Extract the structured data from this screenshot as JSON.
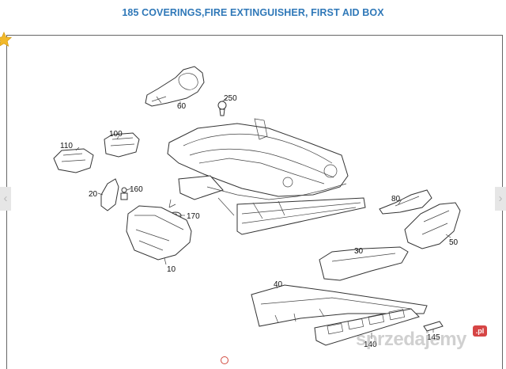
{
  "header": {
    "title": "185 COVERINGS,FIRE EXTINGUISHER, FIRST AID BOX"
  },
  "nav": {
    "prev_icon": "chevron-left-icon",
    "next_icon": "chevron-right-icon",
    "prev_glyph": "‹",
    "next_glyph": "›"
  },
  "favorite": {
    "icon": "star-icon",
    "color": "#f2b92a"
  },
  "parts": [
    {
      "id": "p60",
      "label": "60"
    },
    {
      "id": "p250",
      "label": "250"
    },
    {
      "id": "p110",
      "label": "110"
    },
    {
      "id": "p100",
      "label": "100"
    },
    {
      "id": "p20",
      "label": "20"
    },
    {
      "id": "p160",
      "label": "160"
    },
    {
      "id": "p170",
      "label": "170"
    },
    {
      "id": "p10",
      "label": "10"
    },
    {
      "id": "p80",
      "label": "80"
    },
    {
      "id": "p50",
      "label": "50"
    },
    {
      "id": "p30",
      "label": "30"
    },
    {
      "id": "p40",
      "label": "40"
    },
    {
      "id": "p140",
      "label": "140"
    },
    {
      "id": "p145",
      "label": "145"
    }
  ],
  "watermark": {
    "text": "sprzedajemy",
    "badge": ".pl"
  },
  "colors": {
    "title": "#2f78b8",
    "watermark_badge": "#d64545",
    "indicator": "#d24a3f"
  }
}
